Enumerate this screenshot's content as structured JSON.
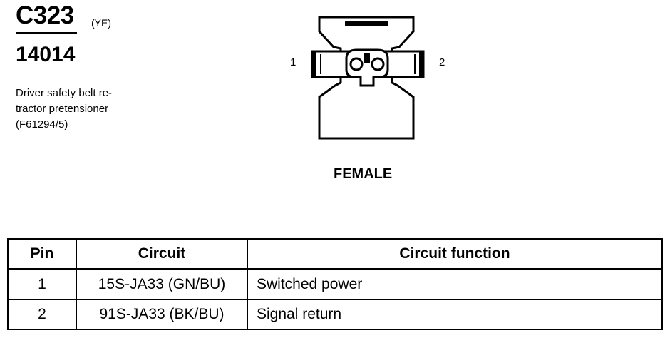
{
  "connector": {
    "id": "C323",
    "color_code": "(YE)",
    "part_number": "14014",
    "description_lines": [
      "Driver safety belt re-",
      "tractor pretensioner",
      "(F61294/5)"
    ]
  },
  "diagram": {
    "pin_left": "1",
    "pin_right": "2",
    "gender": "FEMALE"
  },
  "table": {
    "headers": [
      "Pin",
      "Circuit",
      "Circuit function"
    ],
    "rows": [
      {
        "pin": "1",
        "circuit": "15S-JA33 (GN/BU)",
        "function": "Switched power"
      },
      {
        "pin": "2",
        "circuit": "91S-JA33 (BK/BU)",
        "function": "Signal return"
      }
    ]
  }
}
